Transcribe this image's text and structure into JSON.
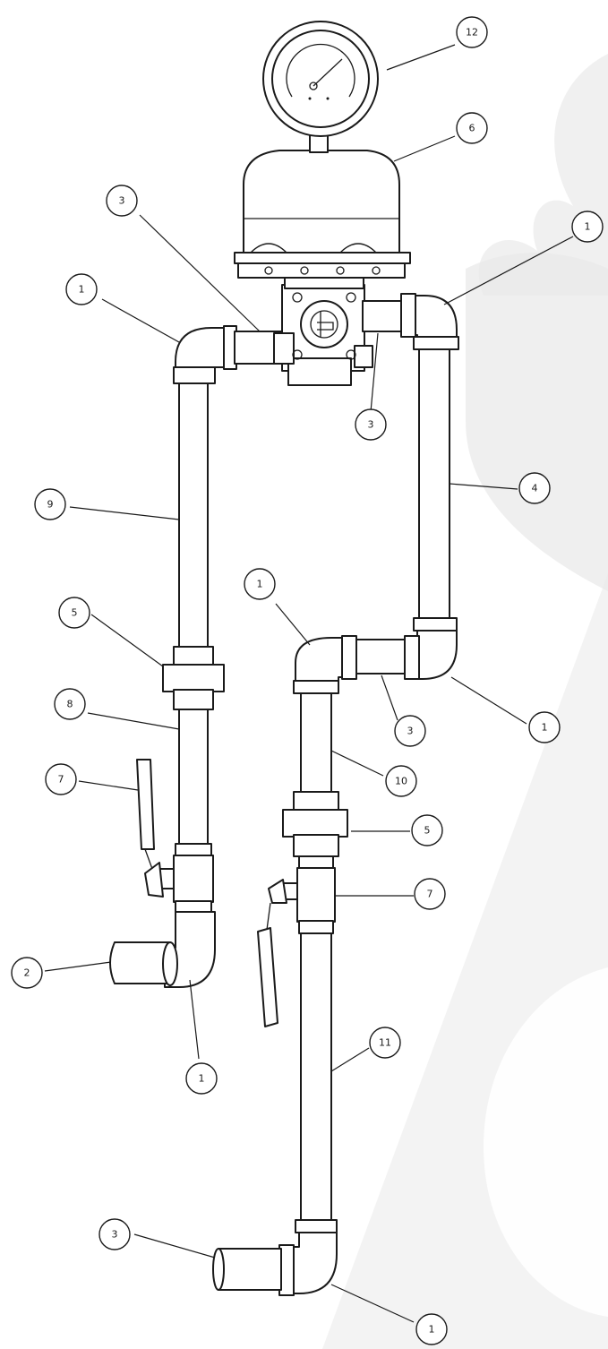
{
  "balloons": [
    {
      "id": "b12-gauge",
      "label": "12"
    },
    {
      "id": "b6-bonnet",
      "label": "6"
    },
    {
      "id": "b3-upper-left",
      "label": "3"
    },
    {
      "id": "b1-upper-right",
      "label": "1"
    },
    {
      "id": "b1-upper-left",
      "label": "1"
    },
    {
      "id": "b3-valve-outlet",
      "label": "3"
    },
    {
      "id": "b9-left-pipe",
      "label": "9"
    },
    {
      "id": "b4-right-pipe",
      "label": "4"
    },
    {
      "id": "b1-mid-elbow",
      "label": "1"
    },
    {
      "id": "b5-left-union",
      "label": "5"
    },
    {
      "id": "b8-left-nipple",
      "label": "8"
    },
    {
      "id": "b3-mid-nipple",
      "label": "3"
    },
    {
      "id": "b1-right-elbow",
      "label": "1"
    },
    {
      "id": "b10-center-pipe",
      "label": "10"
    },
    {
      "id": "b7-left-valve",
      "label": "7"
    },
    {
      "id": "b5-center-union",
      "label": "5"
    },
    {
      "id": "b7-center-valve",
      "label": "7"
    },
    {
      "id": "b2-inlet",
      "label": "2"
    },
    {
      "id": "b1-lower-left",
      "label": "1"
    },
    {
      "id": "b11-long-pipe",
      "label": "11"
    },
    {
      "id": "b3-bottom-nipple",
      "label": "3"
    },
    {
      "id": "b1-bottom-elbow",
      "label": "1"
    }
  ],
  "colors": {
    "line": "#1a1a1a",
    "watermark": "#e6e6e6"
  }
}
